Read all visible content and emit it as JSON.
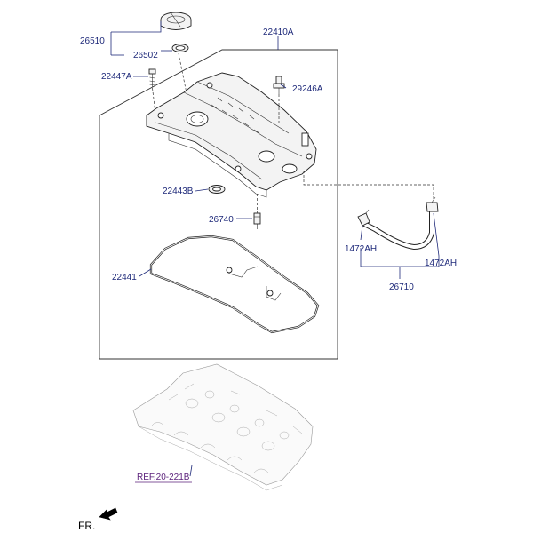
{
  "parts": {
    "p26510": "26510",
    "p26502": "26502",
    "p22410A": "22410A",
    "p22447A": "22447A",
    "p29246A": "29246A",
    "p22443B": "22443B",
    "p26740": "26740",
    "p22441": "22441",
    "p1472AH_left": "1472AH",
    "p1472AH_right": "1472AH",
    "p26710": "26710"
  },
  "reference": "REF.20-221B",
  "front_indicator": "FR."
}
